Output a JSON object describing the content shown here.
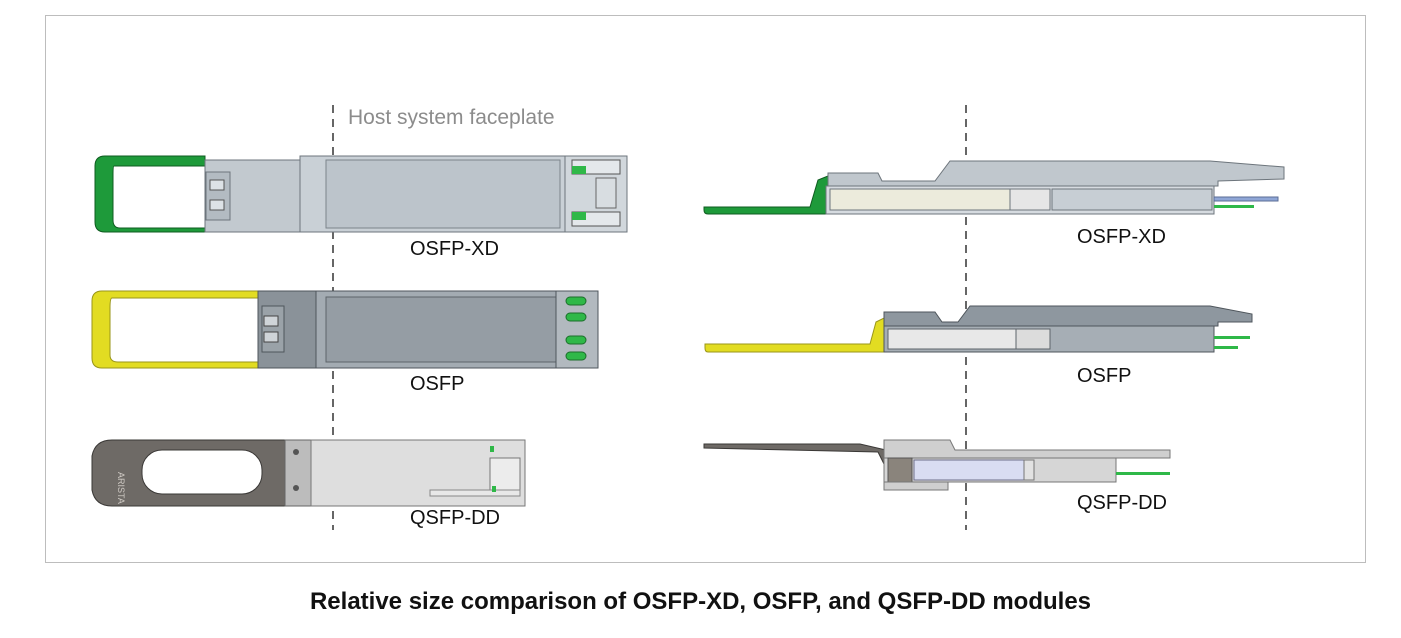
{
  "caption": "Relative size comparison of OSFP-XD, OSFP, and QSFP-DD modules",
  "host_label": "Host system faceplate",
  "modules": {
    "osfp_xd": {
      "label": "OSFP-XD",
      "handle_color": "#1e9a3a"
    },
    "osfp": {
      "label": "OSFP",
      "handle_color": "#e2dc22"
    },
    "qsfp_dd": {
      "label": "QSFP-DD",
      "handle_color": "#6e6a66"
    }
  },
  "side_labels": {
    "osfp_xd": "OSFP-XD",
    "osfp": "OSFP",
    "qsfp_dd": "QSFP-DD"
  },
  "colors": {
    "body_light": "#bfc6cc",
    "body_dark": "#8e979f",
    "connector_green": "#2fb848",
    "faceplate_line": "#666666"
  }
}
